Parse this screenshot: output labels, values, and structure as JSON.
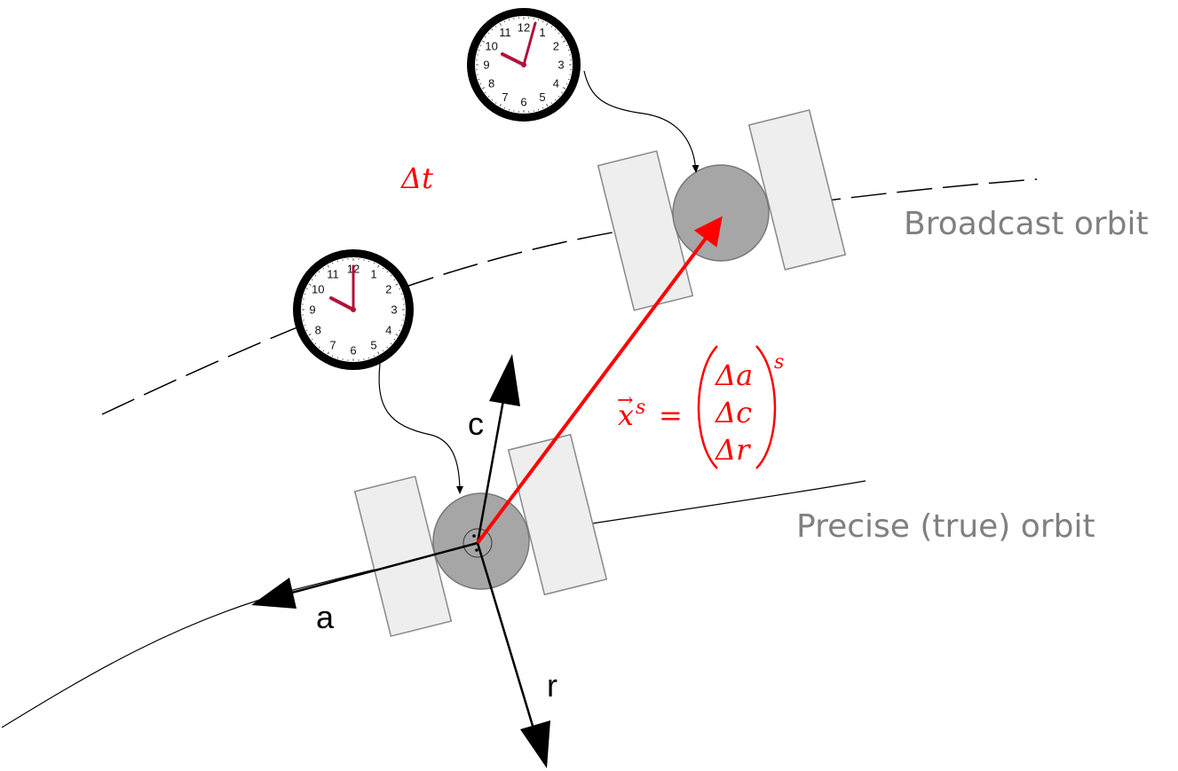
{
  "labels": {
    "broadcast_orbit": "Broadcast orbit",
    "precise_orbit": "Precise (true) orbit",
    "delta_t": "Δt",
    "axis_a": "a",
    "axis_c": "c",
    "axis_r": "r"
  },
  "equation": {
    "lhs": "x",
    "superscript": "s",
    "equals": "=",
    "vector": [
      "Δa",
      "Δc",
      "Δr"
    ],
    "vector_superscript": "s"
  },
  "clock_numbers": [
    "12",
    "1",
    "2",
    "3",
    "4",
    "5",
    "6",
    "7",
    "8",
    "9",
    "10",
    "11"
  ],
  "colors": {
    "error_vector": "#ff0000",
    "labels_gray": "#808080",
    "orbit": "#000000",
    "satellite_body": "#a6a6a6",
    "solar_panel": "#eeeeee",
    "clock_hands": "#b0133a"
  }
}
